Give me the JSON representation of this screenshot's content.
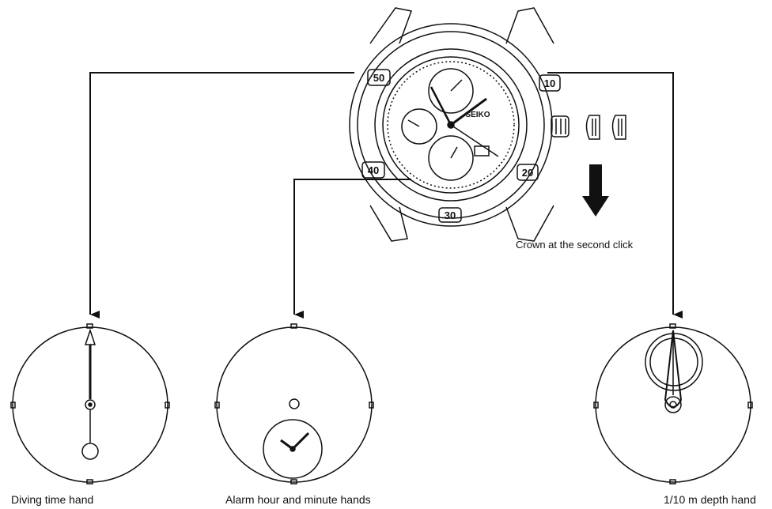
{
  "labels": {
    "crown": "Crown at the second click",
    "diving": "Diving time hand",
    "alarm": "Alarm hour and minute hands",
    "depth": "1/10 m depth hand"
  },
  "watch": {
    "bezel_numbers": [
      "50",
      "10",
      "40",
      "20",
      "30"
    ],
    "brand": "SEIKO"
  },
  "colors": {
    "ink": "#111111",
    "background": "#ffffff"
  }
}
